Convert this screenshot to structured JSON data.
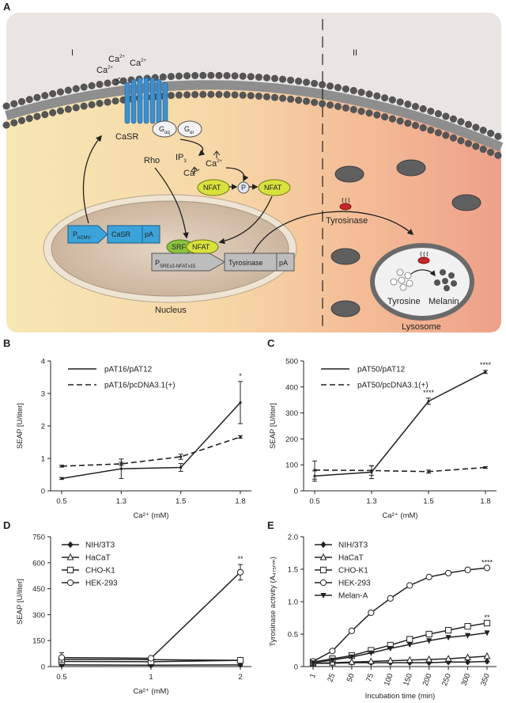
{
  "panel_labels": {
    "A": "A",
    "B": "B",
    "C": "C",
    "D": "D",
    "E": "E"
  },
  "diagram": {
    "region_i": "I",
    "region_ii": "II",
    "ca_top1": "Ca",
    "ca_top2": "Ca",
    "ca_top3": "Ca",
    "sup": "2+",
    "casr": "CaSR",
    "gaq": "G",
    "gaq_sub": "αq",
    "gai": "G",
    "gai_sub": "αi",
    "rho": "Rho",
    "ip3": "IP",
    "ip3_sub": "3",
    "ca_mid1": "Ca",
    "ca_mid2": "Ca",
    "nfat1": "NFAT",
    "p": "P",
    "nfat2": "NFAT",
    "promoter_p": "P",
    "promoter_sub": "hCMV",
    "casr_gene": "CaSR",
    "pa1": "pA",
    "srf": "SRF",
    "nfat3": "NFAT",
    "promoter2_p": "P",
    "promoter2_sub": "SREx3-NFATx15",
    "tyrosinase_gene": "Tyrosinase",
    "pa2": "pA",
    "nucleus": "Nucleus",
    "tyrosinase_enzyme": "Tyrosinase",
    "tyrosine": "Tyrosine",
    "melanin": "Melanin",
    "lysosome": "Lysosome"
  },
  "chart_data": [
    {
      "id": "B",
      "type": "line",
      "categories": [
        "0.5",
        "1.3",
        "1.5",
        "1.8"
      ],
      "xlabel": "Ca²⁺ (mM)",
      "ylabel": "SEAP [U/liter]",
      "ylim": [
        0,
        4
      ],
      "yticks": [
        "0",
        "1",
        "2",
        "3",
        "4"
      ],
      "legend_position": "top-left",
      "series": [
        {
          "name": "pAT16/pAT12",
          "style": "solid",
          "values": [
            0.38,
            0.68,
            0.72,
            2.72
          ],
          "errors": [
            0.03,
            0.3,
            0.12,
            0.65
          ]
        },
        {
          "name": "pAT16/pcDNA3.1(+)",
          "style": "dashed",
          "values": [
            0.76,
            0.83,
            1.05,
            1.66
          ],
          "errors": [
            0.03,
            0.05,
            0.08,
            0.04
          ]
        }
      ],
      "annotations": [
        {
          "category": "1.8",
          "text": "*"
        }
      ]
    },
    {
      "id": "C",
      "type": "line",
      "categories": [
        "0.5",
        "1.3",
        "1.5",
        "1.8"
      ],
      "xlabel": "Ca²⁺ (mM)",
      "ylabel": "SEAP [U/liter]",
      "ylim": [
        0,
        500
      ],
      "yticks": [
        "0",
        "100",
        "200",
        "300",
        "400",
        "500"
      ],
      "legend_position": "top-left",
      "series": [
        {
          "name": "pAT50/pAT12",
          "style": "solid",
          "values": [
            57,
            72,
            345,
            458
          ],
          "errors": [
            20,
            25,
            12,
            6
          ]
        },
        {
          "name": "pAT50/pcDNA3.1(+)",
          "style": "dashed",
          "values": [
            80,
            78,
            74,
            90
          ],
          "errors": [
            35,
            18,
            6,
            3
          ]
        }
      ],
      "annotations": [
        {
          "category": "1.5",
          "text": "****"
        },
        {
          "category": "1.8",
          "text": "****"
        }
      ]
    },
    {
      "id": "D",
      "type": "line",
      "categories": [
        "0.5",
        "1",
        "2"
      ],
      "xlabel": "Ca²⁺ (mM)",
      "ylabel": "SEAP [U/liter]",
      "ylim": [
        0,
        750
      ],
      "yticks": [
        "0",
        "150",
        "300",
        "450",
        "600",
        "750"
      ],
      "legend_position": "top-left",
      "series": [
        {
          "name": "NIH/3T3",
          "marker": "diamond",
          "values": [
            10,
            8,
            10
          ],
          "errors": [
            5,
            4,
            4
          ]
        },
        {
          "name": "HaCaT",
          "marker": "triangle",
          "values": [
            42,
            40,
            36
          ],
          "errors": [
            10,
            6,
            5
          ]
        },
        {
          "name": "CHO-K1",
          "marker": "square",
          "values": [
            30,
            28,
            36
          ],
          "errors": [
            8,
            6,
            6
          ]
        },
        {
          "name": "HEK-293",
          "marker": "circle",
          "values": [
            52,
            48,
            545
          ],
          "errors": [
            28,
            10,
            45
          ]
        }
      ],
      "annotations": [
        {
          "category": "2",
          "text": "**"
        }
      ]
    },
    {
      "id": "E",
      "type": "line",
      "categories": [
        "1",
        "25",
        "50",
        "75",
        "100",
        "150",
        "200",
        "250",
        "300",
        "350"
      ],
      "xlabel": "Incubation time (min)",
      "ylabel": "Tyrosinase activity (A₄₇₅ₙₘ)",
      "ylim": [
        0,
        2.0
      ],
      "yticks": [
        "0",
        "0.5",
        "1.0",
        "1.5",
        "2.0"
      ],
      "legend_position": "top-left",
      "series": [
        {
          "name": "NIH/3T3",
          "marker": "diamond",
          "values": [
            0.05,
            0.05,
            0.06,
            0.06,
            0.06,
            0.06,
            0.06,
            0.07,
            0.07,
            0.08
          ]
        },
        {
          "name": "HaCaT",
          "marker": "triangle",
          "values": [
            0.05,
            0.06,
            0.07,
            0.08,
            0.09,
            0.1,
            0.11,
            0.12,
            0.14,
            0.16
          ]
        },
        {
          "name": "CHO-K1",
          "marker": "square",
          "values": [
            0.07,
            0.12,
            0.17,
            0.25,
            0.33,
            0.42,
            0.5,
            0.56,
            0.62,
            0.67
          ]
        },
        {
          "name": "HEK-293",
          "marker": "circle",
          "values": [
            0.08,
            0.24,
            0.55,
            0.83,
            1.05,
            1.25,
            1.38,
            1.44,
            1.49,
            1.52
          ]
        },
        {
          "name": "Melan-A",
          "marker": "triangle-down",
          "values": [
            0.06,
            0.1,
            0.15,
            0.21,
            0.28,
            0.34,
            0.4,
            0.45,
            0.48,
            0.52
          ]
        }
      ],
      "annotations": [
        {
          "category": "350",
          "series": "HEK-293",
          "text": "****"
        },
        {
          "category": "350",
          "series": "CHO-K1",
          "text": "**"
        }
      ]
    }
  ]
}
